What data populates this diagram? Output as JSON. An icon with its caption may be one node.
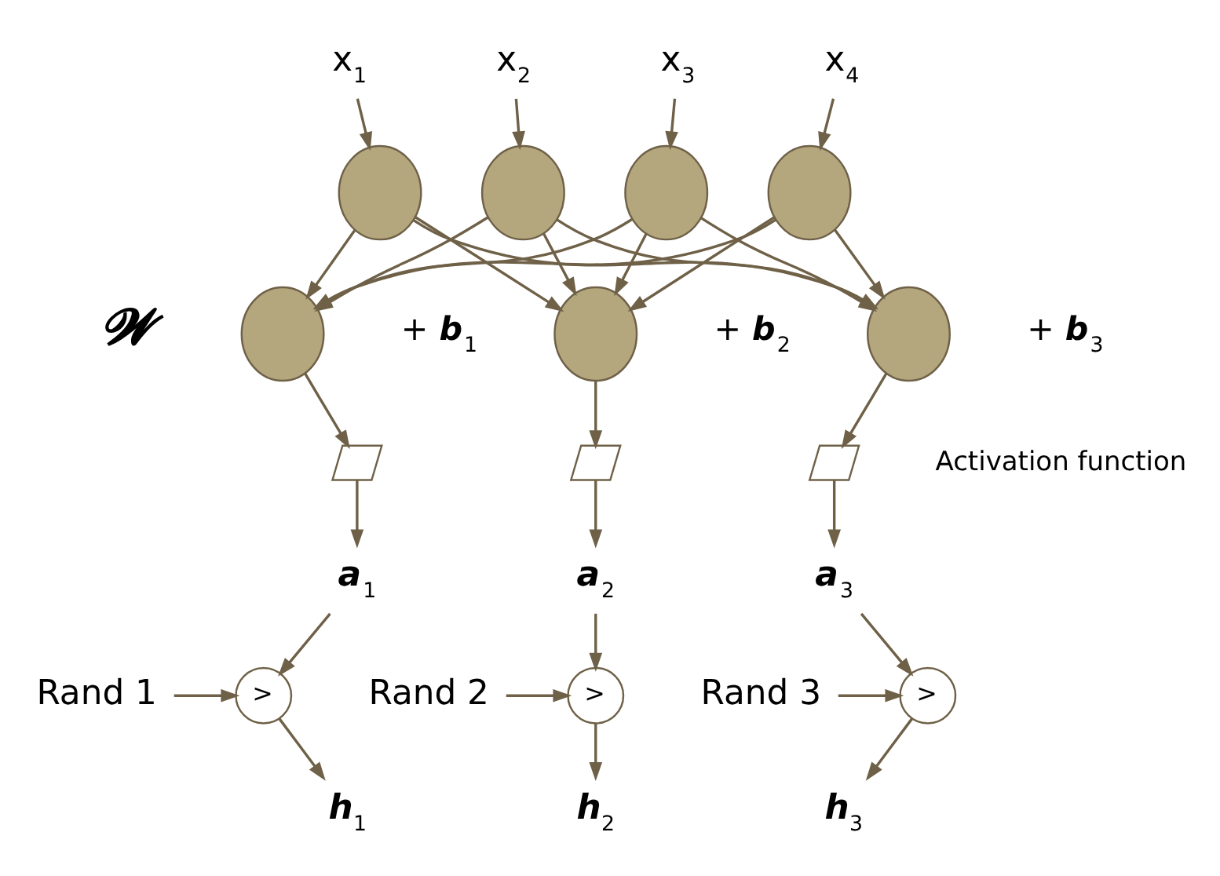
{
  "diagram": {
    "nodes": [
      {
        "text": [
          "x$_{1}$"
        ]
      },
      {
        "text": [
          "x$_{2}$"
        ]
      },
      {
        "text": [
          "x$_{3}$"
        ]
      },
      {
        "text": [
          "x$_{4}$"
        ]
      },
      {
        "text": [],
        "shape": "circle"
      },
      {
        "text": [],
        "shape": "circle"
      },
      {
        "text": [],
        "shape": "circle"
      },
      {
        "text": [],
        "shape": "circle"
      },
      {
        "text": [],
        "shape": "circle",
        "beside": [
          "+ **b**$_{1}$"
        ]
      },
      {
        "text": [],
        "shape": "circle",
        "beside": [
          "+ **b**$_{2}$"
        ]
      },
      {
        "text": [],
        "shape": "circle",
        "beside": [
          "+ **b**$_{3}$"
        ]
      },
      {
        "text": [],
        "shape": "picture"
      },
      {
        "text": [],
        "shape": "picture"
      },
      {
        "text": [],
        "shape": "picture"
      },
      {
        "text": [
          "**a**$_{1}$"
        ]
      },
      {
        "text": [
          "**a**$_{2}$"
        ]
      },
      {
        "text": [
          "**a**$_{3}$"
        ]
      },
      {
        "text": [
          ">"
        ]
      },
      {
        "text": [
          ">"
        ]
      },
      {
        "text": [
          ">"
        ]
      },
      {
        "text": [
          "Rand 1"
        ]
      },
      {
        "text": [
          "Rand 2"
        ]
      },
      {
        "text": [
          "Rand 3"
        ]
      },
      {
        "text": [
          "**h**$_{1}$"
        ]
      },
      {
        "text": [
          "**h**$_{2}$"
        ]
      },
      {
        "text": [
          "**h**$_{3}$"
        ]
      }
    ],
    "edges": [
      {
        "from": 0,
        "to": 4,
        "arrow": "to"
      },
      {
        "from": 1,
        "to": 5,
        "arrow": "to"
      },
      {
        "from": 2,
        "to": 6,
        "arrow": "to"
      },
      {
        "from": 3,
        "to": 7,
        "arrow": "to"
      },
      {
        "from": 4,
        "to": 8,
        "arrow": "to"
      },
      {
        "from": 4,
        "to": 9,
        "arrow": "to"
      },
      {
        "from": 4,
        "to": 10,
        "arrow": "to"
      },
      {
        "from": 5,
        "to": 8,
        "arrow": "to"
      },
      {
        "from": 5,
        "to": 9,
        "arrow": "to"
      },
      {
        "from": 5,
        "to": 10,
        "arrow": "to"
      },
      {
        "from": 6,
        "to": 8,
        "arrow": "to"
      },
      {
        "from": 6,
        "to": 9,
        "arrow": "to"
      },
      {
        "from": 6,
        "to": 10,
        "arrow": "to"
      },
      {
        "from": 7,
        "to": 8,
        "arrow": "to"
      },
      {
        "from": 7,
        "to": 9,
        "arrow": "to"
      },
      {
        "from": 7,
        "to": 10,
        "arrow": "to"
      },
      {
        "from": 8,
        "to": 11,
        "arrow": "to"
      },
      {
        "from": 9,
        "to": 12,
        "arrow": "to"
      },
      {
        "from": 10,
        "to": 13,
        "arrow": "to"
      },
      {
        "from": 11,
        "to": 14,
        "arrow": "to"
      },
      {
        "from": 12,
        "to": 15,
        "arrow": "to"
      },
      {
        "from": 13,
        "to": 16,
        "arrow": "to"
      },
      {
        "from": 14,
        "to": 17,
        "arrow": "to"
      },
      {
        "from": 15,
        "to": 18,
        "arrow": "to"
      },
      {
        "from": 16,
        "to": 19,
        "arrow": "to"
      },
      {
        "from": 20,
        "to": 17,
        "arrow": "to"
      },
      {
        "from": 21,
        "to": 18,
        "arrow": "to"
      },
      {
        "from": 22,
        "to": 19,
        "arrow": "to"
      },
      {
        "from": 17,
        "to": 23,
        "arrow": "to"
      },
      {
        "from": 18,
        "to": 24,
        "arrow": "to"
      },
      {
        "from": 19,
        "to": 25,
        "arrow": "to"
      }
    ],
    "labels": [
      "**𝓦**",
      "Activation function"
    ]
  }
}
